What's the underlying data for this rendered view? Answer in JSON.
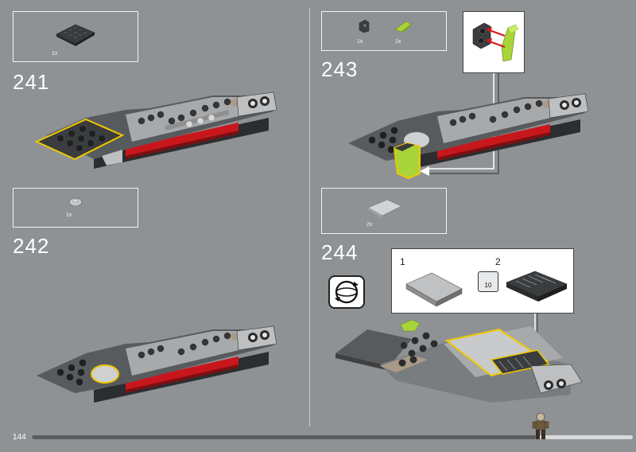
{
  "page": {
    "page_number": "144",
    "progress": 0.84
  },
  "steps": [
    {
      "number": "241",
      "parts": [
        {
          "qty": "1x",
          "part": "dark-gray-plate-4x4"
        }
      ]
    },
    {
      "number": "242",
      "parts": [
        {
          "qty": "1x",
          "part": "light-gray-round-plate"
        }
      ]
    },
    {
      "number": "243",
      "parts": [
        {
          "qty": "1x",
          "part": "dark-gray-bracket"
        },
        {
          "qty": "1x",
          "part": "lime-wedge-slope"
        }
      ]
    },
    {
      "number": "244",
      "parts": [
        {
          "qty": "2x",
          "part": "light-gray-tile-slope"
        }
      ],
      "callout": {
        "step1": "1",
        "step2": "2",
        "sub_qty": "10"
      }
    }
  ],
  "colors": {
    "background": "#8f9295",
    "dark_part": "#3a3c3e",
    "light_part": "#c4c6c8",
    "red_part": "#c8171c",
    "tan_part": "#a89a86",
    "lime_part": "#a8d43a",
    "highlight": "#f0c800",
    "callout_arrow": "#d11a1a"
  },
  "icons": [
    "rotate-model-icon",
    "minifigure-icon"
  ]
}
